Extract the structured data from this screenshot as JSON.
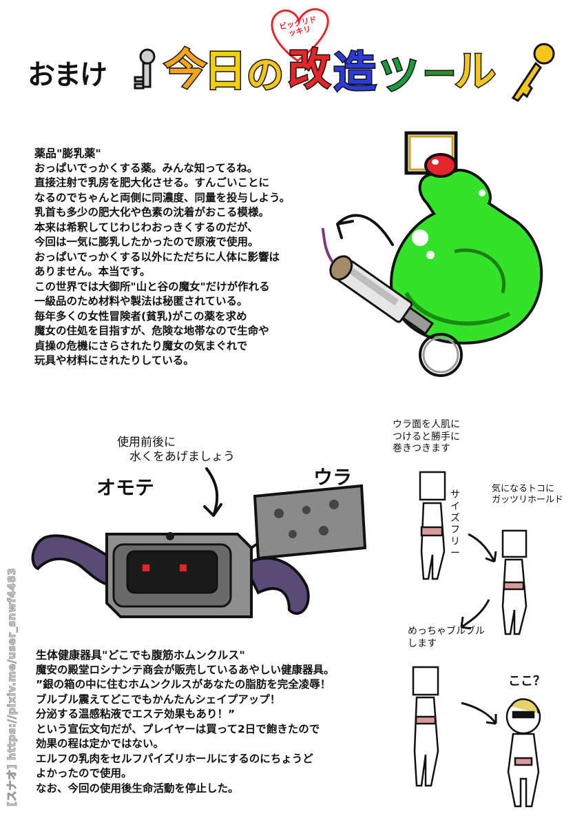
{
  "header": {
    "omake": "おまけ",
    "main_title_chars": [
      "今",
      "日",
      "の",
      "改",
      "造",
      "ツ",
      "ー",
      "ル"
    ],
    "main_title_colors": [
      "#f4a51c",
      "#f2d10b",
      "#f4c61b",
      "#e2262a",
      "#2c3ad6",
      "#1f9a3a",
      "#2b8f30",
      "#f4c61b"
    ],
    "heart_text": "ビックリドッキリ",
    "heart_color": "#e2262a"
  },
  "drug": {
    "title": "薬品\"膨乳薬\"",
    "lines": [
      "おっぱいでっかくする薬。みんな知ってるね。",
      "直接注射で乳房を肥大化させる。すんごいことに",
      "なるのでちゃんと両側に同濃度、同量を投与しよう。",
      "乳首も多少の肥大化や色素の沈着がおこる模様。",
      "本来は希釈してじわじわおっきくするのだが、",
      "今回は一気に膨乳したかったので原液で使用。",
      "おっぱいでっかくする以外にただちに人体に影響は",
      "ありません。本当です。",
      "この世界では大御所\"山と谷の魔女\"だけが作れる",
      "一級品のため材料や製法は秘匿されている。",
      "毎年多くの女性冒険者(貧乳)がこの薬を求め",
      "魔女の住処を目指すが、危険な地帯なので生命や",
      "貞操の危機にさらされたり魔女の気まぐれで",
      "玩具や材料にされたりしている。"
    ],
    "potion_color": "#35e22a"
  },
  "device": {
    "note_before": [
      "使用前後に",
      "水くをあげましょう"
    ],
    "front_label": "オモテ",
    "back_label": "ウラ"
  },
  "side": {
    "note1": [
      "ウラ面を人肌に",
      "つけると勝手に",
      "巻きつきます"
    ],
    "free_size": "サイズフリー",
    "note2": [
      "気になるトコに",
      "ガッツリホールド"
    ],
    "note3": [
      "めっちゃブルブル",
      "します"
    ],
    "koko": "ここ？"
  },
  "health": {
    "title": "生体健康器具\"どこでも腹筋ホムンクルス\"",
    "lines": [
      "魔安の殿堂ロシナンテ商会が販売しているあやしい健康器具。",
      "”銀の箱の中に住むホムンクルスがあなたの脂肪を完全凌辱！",
      "ブルブル震えてどこでもかんたんシェイプアップ！",
      "分泌する温感粘液でエステ効果もあり！”",
      "という宣伝文句だが、プレイヤーは買って2日で飽きたので",
      "効果の程は定かではない。",
      "エルフの乳肉をセルフパイズリホールにするのにちょうど",
      "よかったので使用。",
      "なお、今回の使用後生命活動を停止した。"
    ]
  },
  "watermark": "[スナオ] https://pixiv.me/user_snwf4483"
}
